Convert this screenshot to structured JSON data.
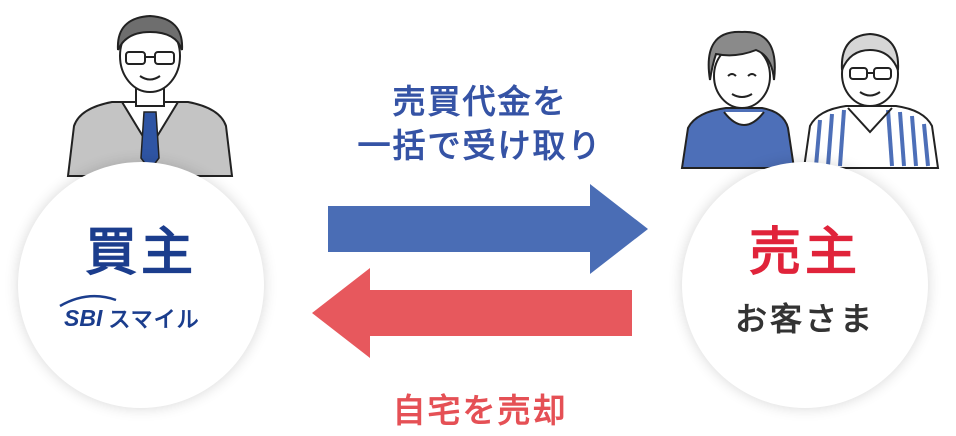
{
  "flow": {
    "top_line1": "売買代金を",
    "top_line2": "一括で受け取り",
    "bottom": "自宅を売却"
  },
  "buyer": {
    "role": "買主",
    "logo_prefix": "SBI",
    "logo_name": "スマイル"
  },
  "seller": {
    "role": "売主",
    "subtitle": "お客さま"
  },
  "colors": {
    "buyer_blue": "#1b3d8d",
    "seller_red": "#e0233a",
    "arrow_blue": "#4a6db5",
    "arrow_red": "#e7585d"
  },
  "icons": {
    "buyer_person": "businessman-illustration",
    "seller_people": "elderly-couple-illustration"
  }
}
